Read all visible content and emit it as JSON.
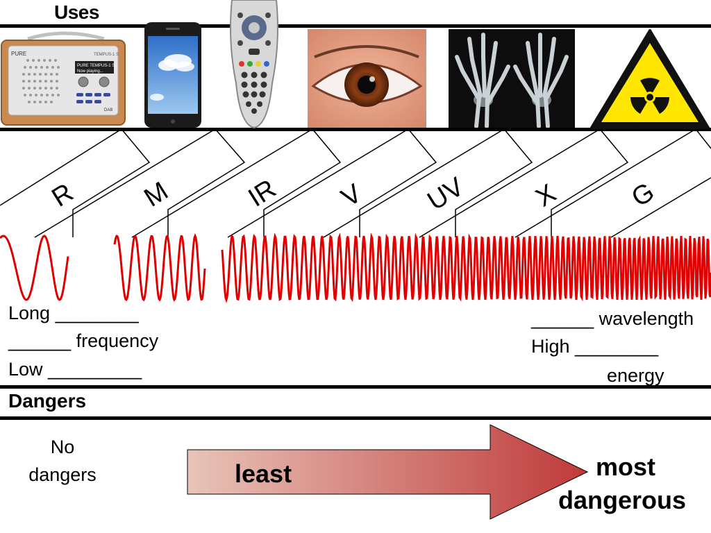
{
  "headings": {
    "uses": "Uses",
    "dangers": "Dangers"
  },
  "uses_images": [
    {
      "name": "radio",
      "screen_text_1": "PURE TEMPUS-1 S",
      "screen_text_2": "Now playing...",
      "brand": "PURE",
      "model": "TEMPUS-1 S",
      "badge": "DAB"
    },
    {
      "name": "mobile-phone"
    },
    {
      "name": "tv-remote"
    },
    {
      "name": "eye"
    },
    {
      "name": "x-ray-hands"
    },
    {
      "name": "radiation-warning-sign"
    }
  ],
  "bands": [
    {
      "label": "R"
    },
    {
      "label": "M"
    },
    {
      "label": "IR"
    },
    {
      "label": "V"
    },
    {
      "label": "UV"
    },
    {
      "label": "X"
    },
    {
      "label": "G"
    }
  ],
  "left_notes": {
    "line1": "Long ________",
    "line2": "______ frequency",
    "line3": "Low _________"
  },
  "right_notes": {
    "line1": "______ wavelength",
    "line2": "High ________",
    "line3": "energy"
  },
  "dangers": {
    "none_line1": "No",
    "none_line2": "dangers",
    "least": "least",
    "most_line1": "most",
    "most_line2": "dangerous"
  },
  "colors": {
    "wave": "#e00000",
    "arrow_start": "#e8c4b8",
    "arrow_end": "#bf3a3a",
    "radiation_yellow": "#ffe600"
  }
}
